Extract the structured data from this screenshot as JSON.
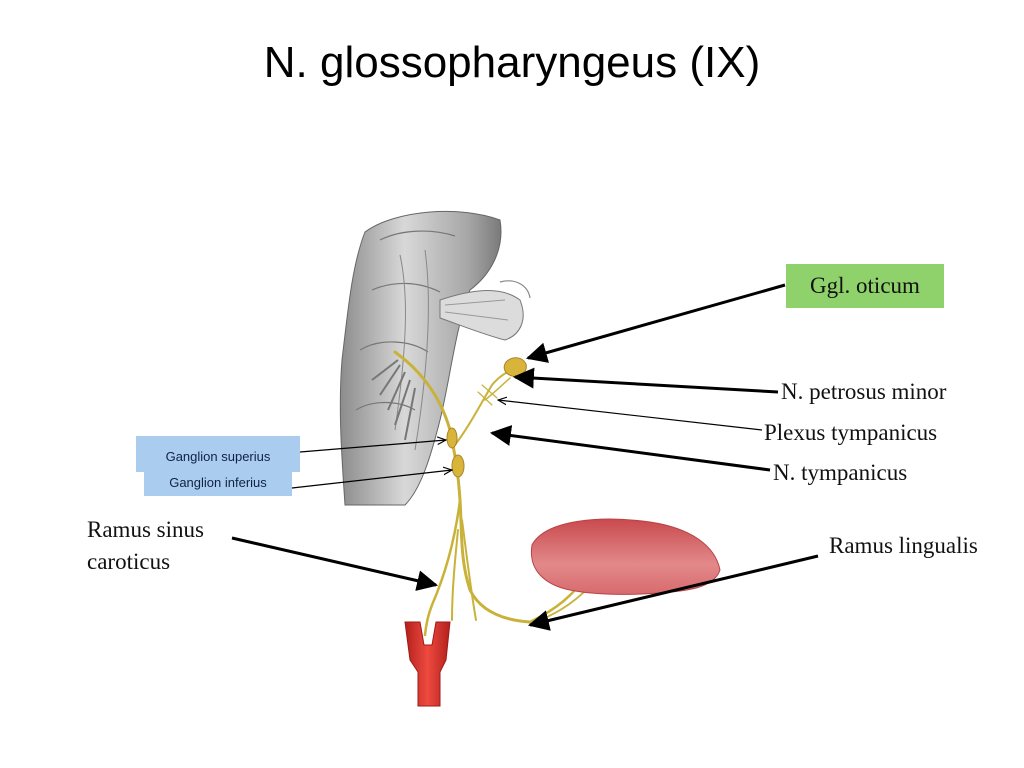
{
  "title": "N. glossopharyngeus (IX)",
  "labels": {
    "ggl_oticum": "Ggl. oticum",
    "n_petrosus_minor": "N. petrosus minor",
    "plexus_tympanicus": "Plexus tympanicus",
    "n_tympanicus": "N. tympanicus",
    "ganglion_superius": "Ganglion superius",
    "ganglion_inferius": "Ganglion inferius",
    "ramus_sinus_line1": "Ramus sinus",
    "ramus_sinus_line2": "caroticus",
    "ramus_lingualis": "Ramus lingualis"
  },
  "colors": {
    "nerve": "#c9b23a",
    "ganglion": "#d9b43a",
    "brainstem": "#bdbdbd",
    "tongue": "#d0585a",
    "artery": "#d8312c",
    "label_green": "#8fd16b",
    "label_blue": "#aaccef"
  }
}
